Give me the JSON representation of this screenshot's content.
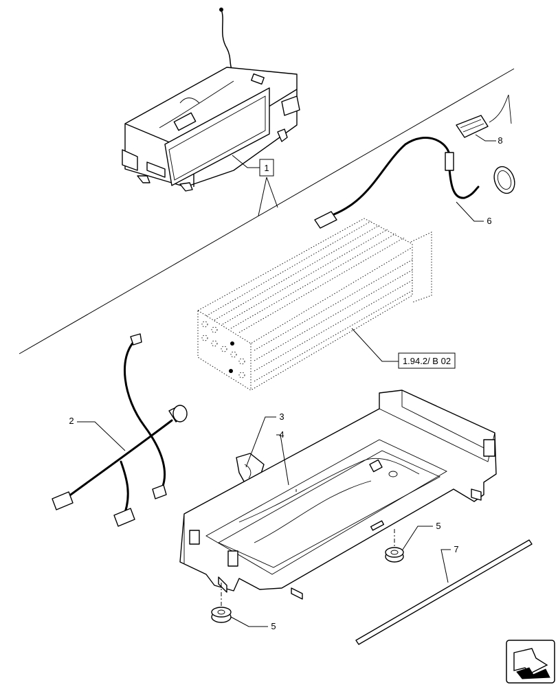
{
  "callouts": {
    "c1": "1",
    "c2": "2",
    "c3": "3",
    "c4": "4",
    "c5a": "5",
    "c5b": "5",
    "c6": "6",
    "c7": "7",
    "c8": "8",
    "ref": "1.94.2/ B 02"
  },
  "icons": {
    "nav": "next-page-arrow-icon"
  }
}
